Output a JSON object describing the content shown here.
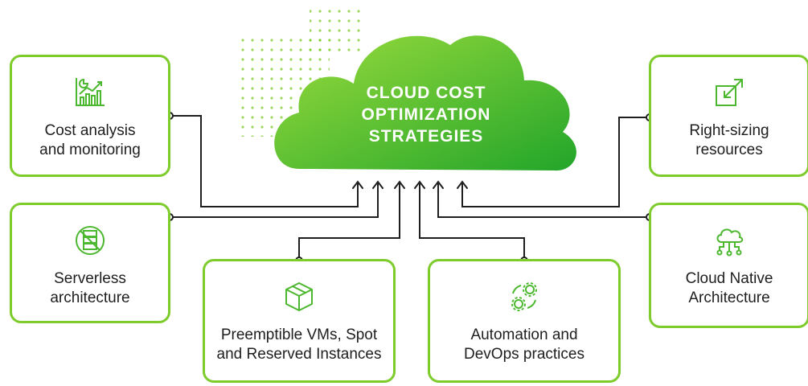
{
  "center": {
    "title_lines": [
      "CLOUD COST",
      "OPTIMIZATION",
      "STRATEGIES"
    ]
  },
  "strategies": [
    {
      "lines": [
        "Cost analysis",
        "and monitoring"
      ],
      "icon": "chart-icon"
    },
    {
      "lines": [
        "Serverless",
        "architecture"
      ],
      "icon": "server-crossed-icon"
    },
    {
      "lines": [
        "Preemptible VMs, Spot",
        "and Reserved Instances"
      ],
      "icon": "cube-icon"
    },
    {
      "lines": [
        "Automation and",
        "DevOps practices"
      ],
      "icon": "gears-cycle-icon"
    },
    {
      "lines": [
        "Right-sizing",
        "resources"
      ],
      "icon": "resize-arrow-icon"
    },
    {
      "lines": [
        "Cloud Native",
        "Architecture"
      ],
      "icon": "cloud-network-icon"
    }
  ],
  "colors": {
    "accent_green": "#7dcc2c",
    "cloud_green_light": "#8fd63a",
    "cloud_green_dark": "#2fae2a",
    "connector": "#1e1e1e"
  }
}
